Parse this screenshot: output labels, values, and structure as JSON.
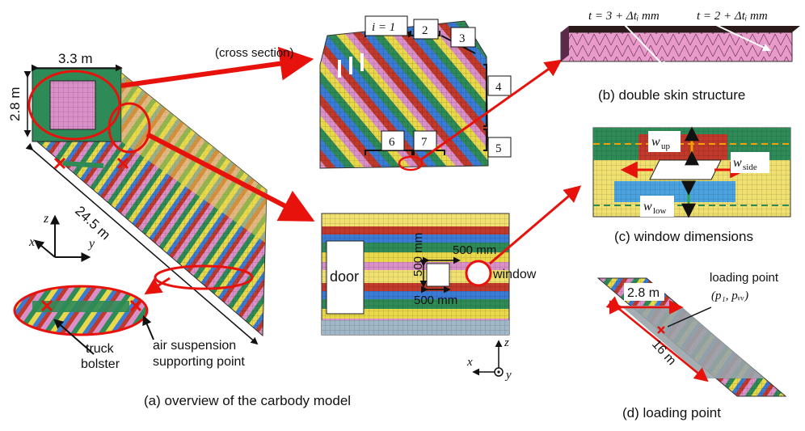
{
  "panel_a": {
    "caption": "(a) overview of the carbody model",
    "width_dim": "3.3 m",
    "height_dim": "2.8 m",
    "length_dim": "24.5 m",
    "cross_section": "(cross section)",
    "truck_bolster": [
      "truck",
      "bolster"
    ],
    "air_suspension": [
      "air suspension",
      "supporting point"
    ],
    "axes": {
      "z": "z",
      "x": "x",
      "y": "y"
    },
    "section_labels": [
      "i = 1",
      "2",
      "3",
      "4",
      "5",
      "6",
      "7"
    ],
    "side_view": {
      "door": "door",
      "window": "window",
      "dim_horizontal_top": "500 mm",
      "dim_vertical": "500 mm",
      "dim_horizontal_bottom": "500 mm",
      "axes": {
        "z": "z",
        "x": "x",
        "y": "y"
      }
    }
  },
  "panel_b": {
    "caption": "(b) double skin structure",
    "label_left": "t = 3 + Δtᵢ mm",
    "label_right": "t = 2 + Δtᵢ mm"
  },
  "panel_c": {
    "caption": "(c) window dimensions",
    "w_up": "w",
    "w_up_sub": "up",
    "w_side": "w",
    "w_side_sub": "side",
    "w_low": "w",
    "w_low_sub": "low"
  },
  "panel_d": {
    "caption": "(d) loading point",
    "loading_point": "loading point",
    "loading_coords": "(p₁, pᵥᵥ)",
    "width_dim": "2.8 m",
    "length_dim": "16 m"
  },
  "colors": {
    "stripe_green": "#2e8b57",
    "stripe_yellow": "#e8d84a",
    "stripe_blue": "#3a7bd5",
    "stripe_red": "#c0392b",
    "stripe_pink": "#d98fc7",
    "callout_red": "#e8120c",
    "skin_pink": "#e89bc9"
  }
}
